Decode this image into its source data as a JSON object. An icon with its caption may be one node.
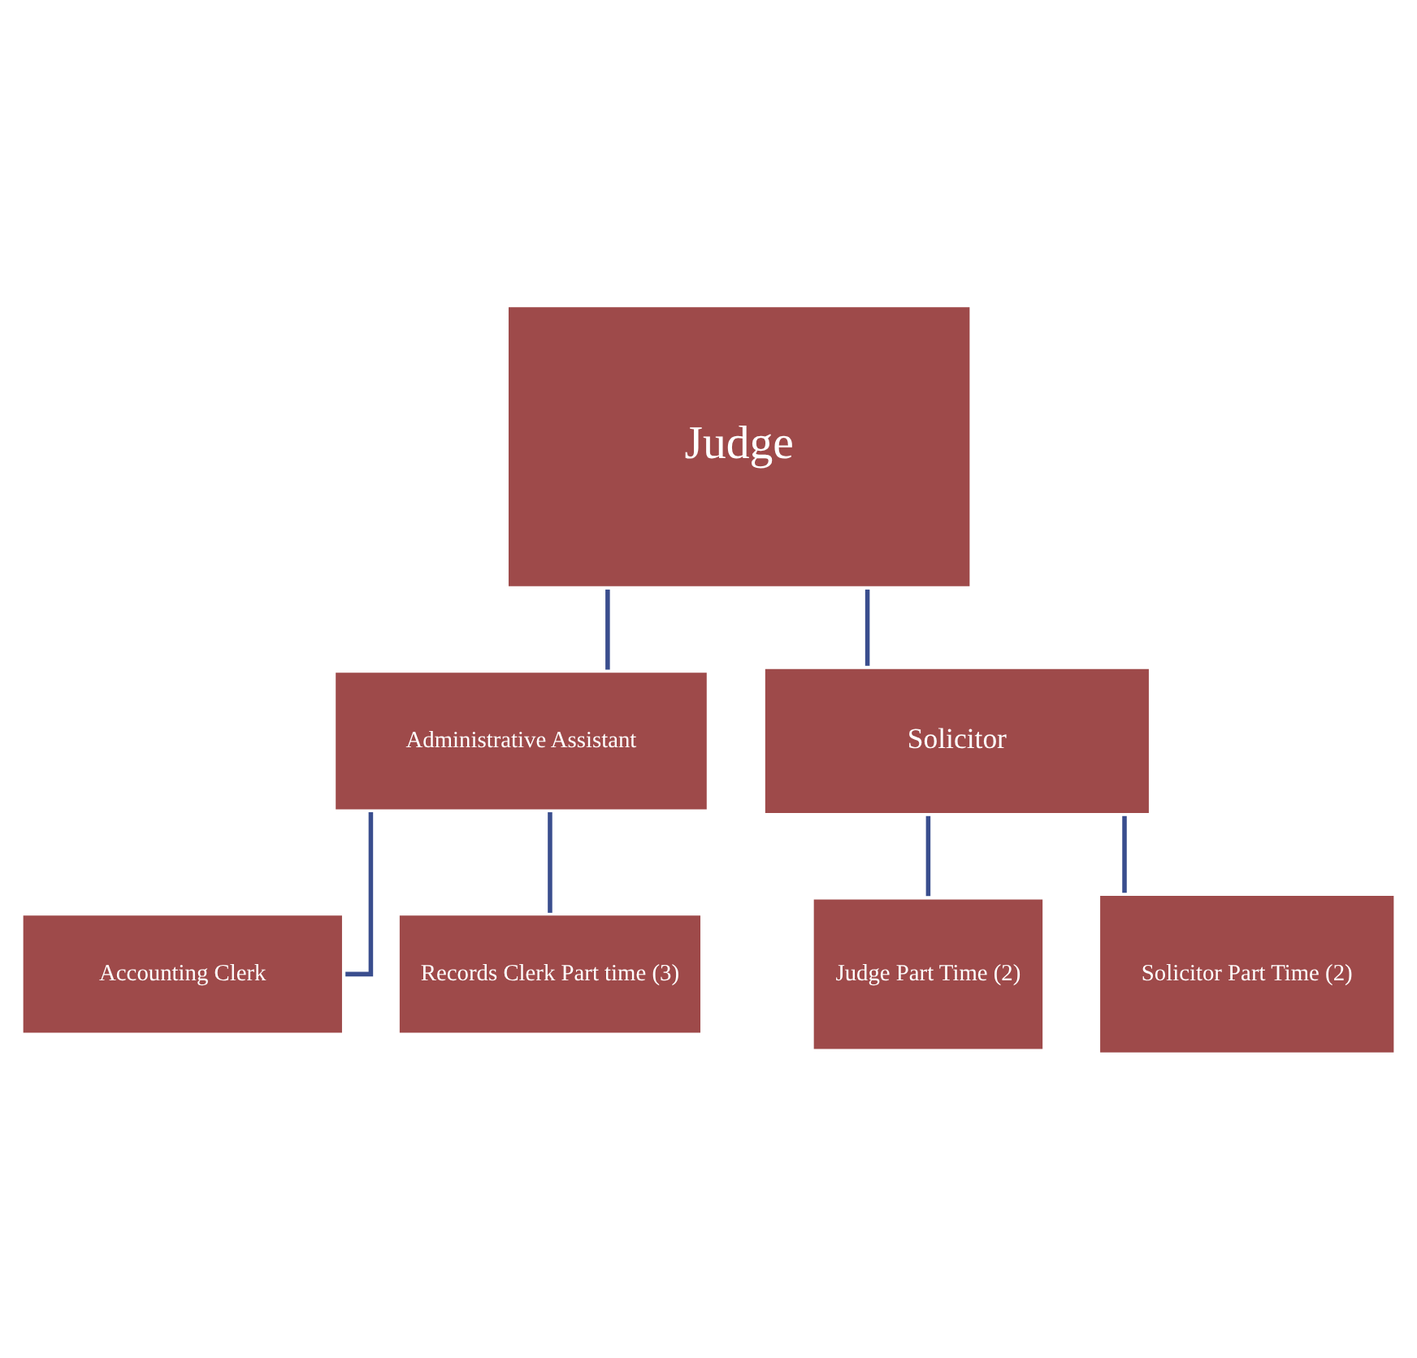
{
  "diagram": {
    "nodes": [
      {
        "text": [
          "Judge"
        ]
      },
      {
        "text": [
          "Administrative Assistant"
        ]
      },
      {
        "text": [
          "Accounting Clerk"
        ]
      },
      {
        "text": [
          "Records Clerk Part time (3)"
        ]
      },
      {
        "text": [
          "Solicitor"
        ]
      },
      {
        "text": [
          "Judge Part Time (2)"
        ]
      },
      {
        "text": [
          "Solicitor Part Time (2)"
        ]
      }
    ],
    "edges": [
      {
        "from": 0,
        "to": 1,
        "arrow": "none"
      },
      {
        "from": 0,
        "to": 4,
        "arrow": "none"
      },
      {
        "from": 1,
        "to": 2,
        "arrow": "none"
      },
      {
        "from": 1,
        "to": 3,
        "arrow": "none"
      },
      {
        "from": 4,
        "to": 5,
        "arrow": "none"
      },
      {
        "from": 4,
        "to": 6,
        "arrow": "none"
      }
    ]
  }
}
